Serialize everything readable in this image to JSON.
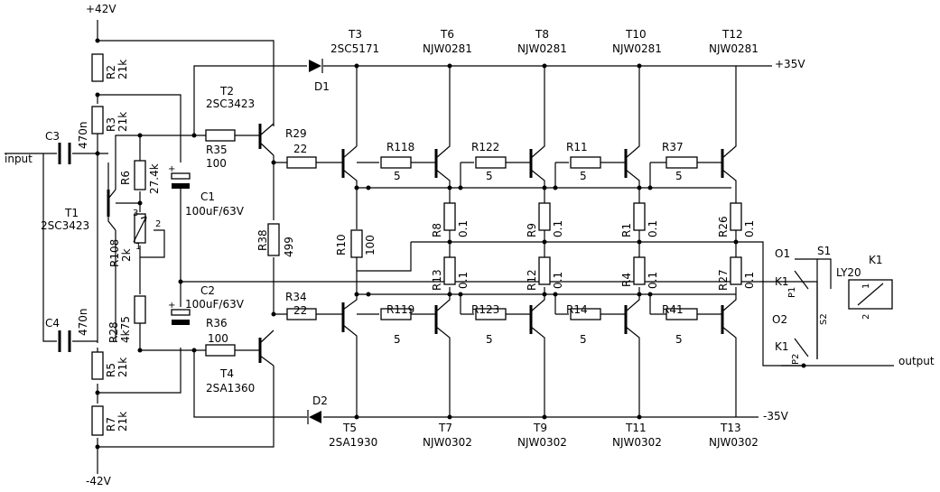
{
  "rails": {
    "pos42": "+42V",
    "neg42": "-42V",
    "pos35": "+35V",
    "neg35": "-35V"
  },
  "io": {
    "input": "input",
    "output": "output"
  },
  "transistors": {
    "T1": {
      "name": "T1",
      "part": "2SC3423"
    },
    "T2": {
      "name": "T2",
      "part": "2SC3423"
    },
    "T3": {
      "name": "T3",
      "part": "2SC5171"
    },
    "T4": {
      "name": "T4",
      "part": "2SA1360"
    },
    "T5": {
      "name": "T5",
      "part": "2SA1930"
    },
    "T6": {
      "name": "T6",
      "part": "NJW0281"
    },
    "T7": {
      "name": "T7",
      "part": "NJW0302"
    },
    "T8": {
      "name": "T8",
      "part": "NJW0281"
    },
    "T9": {
      "name": "T9",
      "part": "NJW0302"
    },
    "T10": {
      "name": "T10",
      "part": "NJW0281"
    },
    "T11": {
      "name": "T11",
      "part": "NJW0302"
    },
    "T12": {
      "name": "T12",
      "part": "NJW0281"
    },
    "T13": {
      "name": "T13",
      "part": "NJW0302"
    }
  },
  "resistors": {
    "R2": {
      "name": "R2",
      "value": "21k"
    },
    "R3": {
      "name": "R3",
      "value": "21k"
    },
    "R5": {
      "name": "R5",
      "value": "21k"
    },
    "R6": {
      "name": "R6",
      "value": "27.4k"
    },
    "R7": {
      "name": "R7",
      "value": "21k"
    },
    "R28": {
      "name": "R28",
      "value": "4k75"
    },
    "R29": {
      "name": "R29",
      "value": "22"
    },
    "R34": {
      "name": "R34",
      "value": "22"
    },
    "R35": {
      "name": "R35",
      "value": "100"
    },
    "R36": {
      "name": "R36",
      "value": "100"
    },
    "R38": {
      "name": "R38",
      "value": "499"
    },
    "R10": {
      "name": "R10",
      "value": "100"
    },
    "R118": {
      "name": "R118",
      "value": "5"
    },
    "R122": {
      "name": "R122",
      "value": "5"
    },
    "R11": {
      "name": "R11",
      "value": "5"
    },
    "R37": {
      "name": "R37",
      "value": "5"
    },
    "R119": {
      "name": "R119",
      "value": "5"
    },
    "R123": {
      "name": "R123",
      "value": "5"
    },
    "R14": {
      "name": "R14",
      "value": "5"
    },
    "R41": {
      "name": "R41",
      "value": "5"
    },
    "R8": {
      "name": "R8",
      "value": "0.1"
    },
    "R9": {
      "name": "R9",
      "value": "0.1"
    },
    "R1": {
      "name": "R1",
      "value": "0.1"
    },
    "R26": {
      "name": "R26",
      "value": "0.1"
    },
    "R13": {
      "name": "R13",
      "value": "0.1"
    },
    "R12": {
      "name": "R12",
      "value": "0.1"
    },
    "R4": {
      "name": "R4",
      "value": "0.1"
    },
    "R27": {
      "name": "R27",
      "value": "0.1"
    }
  },
  "pot": {
    "name": "R108",
    "value": "2k",
    "pin1": "1",
    "pin2": "2",
    "pin3": "3"
  },
  "capacitors": {
    "C1": {
      "name": "C1",
      "value": "100uF/63V"
    },
    "C2": {
      "name": "C2",
      "value": "100uF/63V"
    },
    "C3": {
      "name": "C3",
      "value": "470n"
    },
    "C4": {
      "name": "C4",
      "value": "470n"
    },
    "plus": "+"
  },
  "diodes": {
    "D1": "D1",
    "D2": "D2"
  },
  "relay": {
    "name": "K1",
    "part": "LY20",
    "coil_pin1": "1",
    "coil_pin2": "2",
    "contact1": {
      "label": "K1",
      "o": "O1",
      "p": "P1",
      "s": "S1"
    },
    "contact2": {
      "label": "K1",
      "o": "O2",
      "p": "P2",
      "s": "S2"
    }
  }
}
